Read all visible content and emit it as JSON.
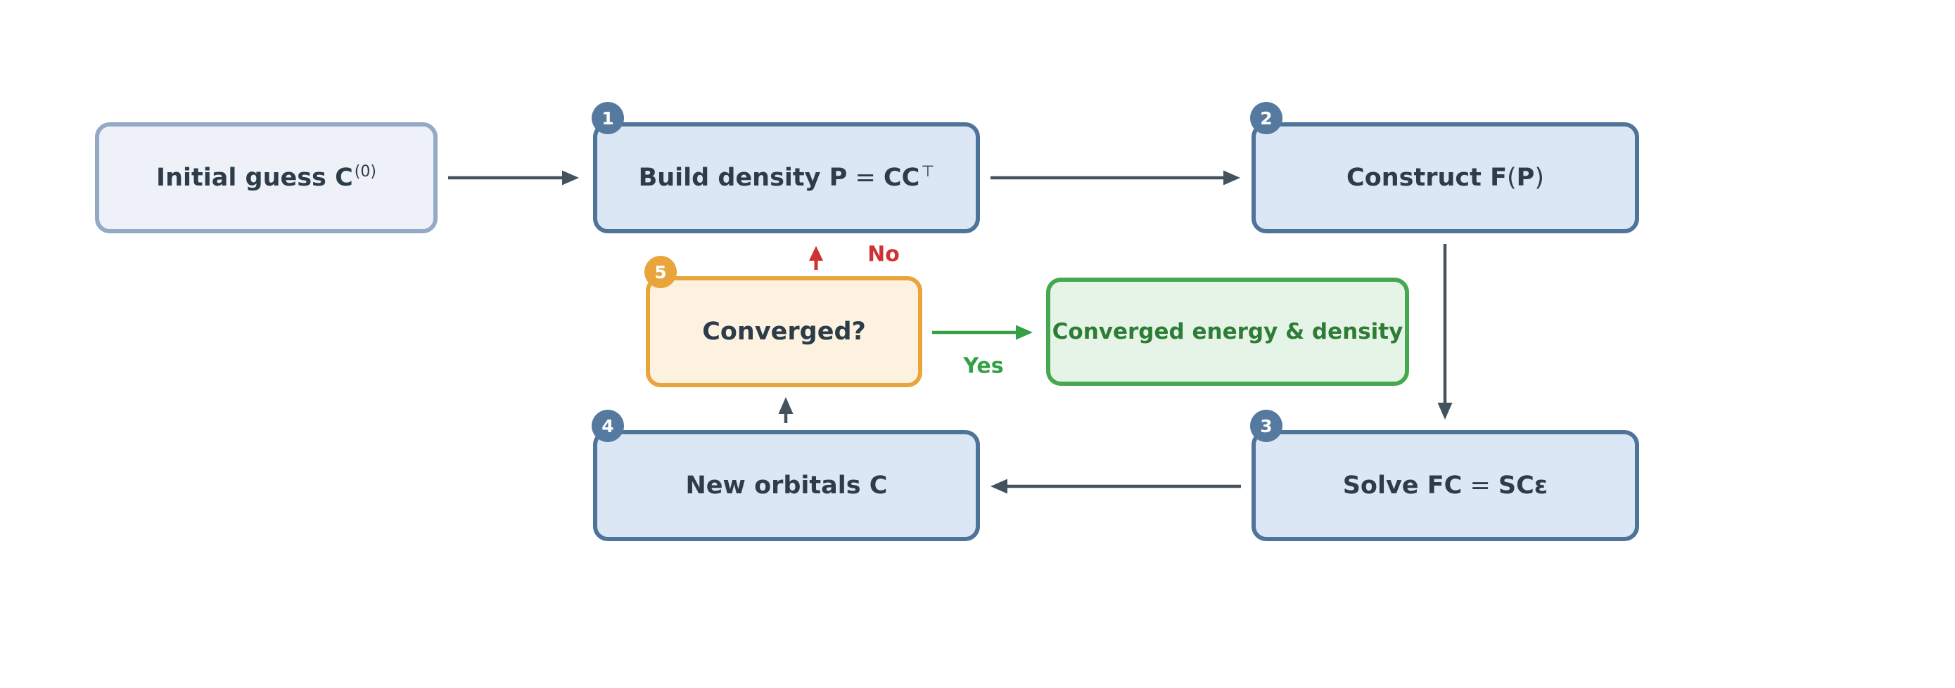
{
  "diagram": {
    "nodes": {
      "initial": {
        "text": "Initial guess C",
        "sup": "(0)"
      },
      "build": {
        "badge": "1",
        "pre": "Build density P",
        "eq": " = ",
        "post": "CC",
        "sup": "⊤"
      },
      "construct": {
        "badge": "2",
        "pre": "Construct F",
        "open": "(",
        "arg": "P",
        "close": ")"
      },
      "solve": {
        "badge": "3",
        "pre": "Solve FC",
        "eq": " = ",
        "post": "SCε"
      },
      "new_orbitals": {
        "badge": "4",
        "text": "New orbitals C"
      },
      "converged": {
        "badge": "5",
        "text": "Converged?"
      },
      "result": {
        "text": "Converged energy & density"
      }
    },
    "edge_labels": {
      "no": "No",
      "yes": "Yes"
    },
    "colors": {
      "node_fill_blue": "#dbe7f4",
      "node_border_blue": "#4f7499",
      "badge_blue": "#55799f",
      "node_fill_start": "#eef1f7",
      "node_border_start": "#93a9c5",
      "node_fill_orange": "#fdf2df",
      "node_border_orange": "#e9a43c",
      "badge_orange": "#e9a43c",
      "node_fill_green": "#e6f3e7",
      "node_border_green": "#45a84e",
      "text_dark": "#2c3c48",
      "text_green": "#2c7d35",
      "arrow_slate": "#43525c",
      "arrow_red": "#cf3232",
      "arrow_green": "#34a046"
    }
  }
}
